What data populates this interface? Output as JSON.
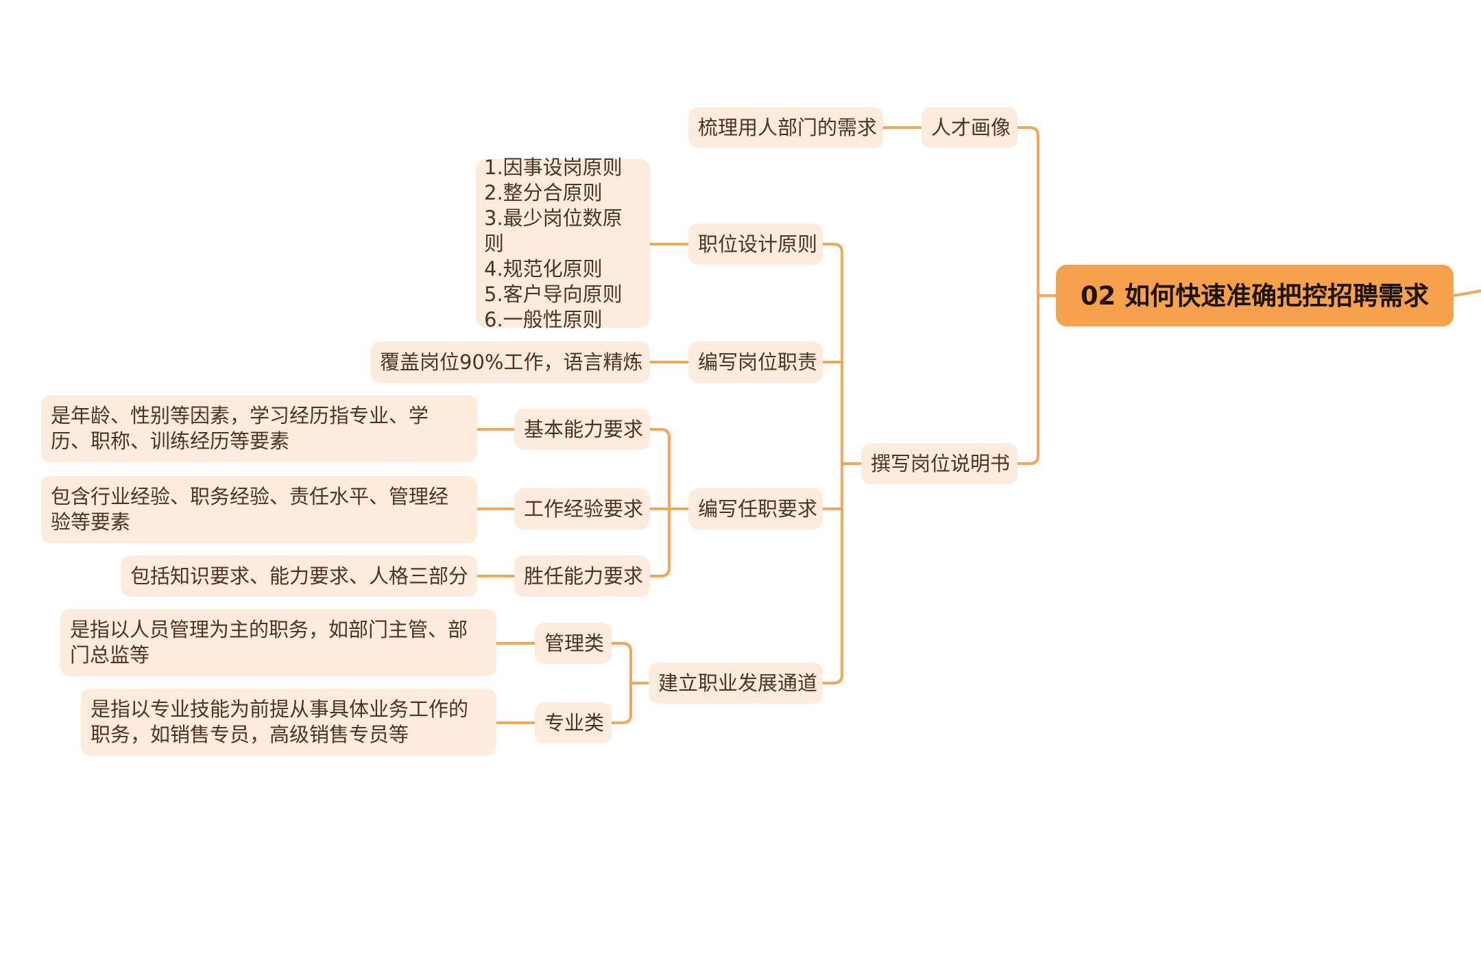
{
  "colors": {
    "edge": "#f2a65a",
    "node_bg": "#fdebdd",
    "root_bg": "#f6a14c",
    "text": "#4a3520"
  },
  "root": {
    "label": "02 如何快速准确把控招聘需求"
  },
  "branches": {
    "talent_profile": {
      "label": "人才画像",
      "child": "梳理用人部门的需求"
    },
    "job_description": {
      "label": "撰写岗位说明书",
      "design_principles": {
        "label": "职位设计原则",
        "list": [
          "1.因事设岗原则",
          "2.整分合原则",
          "3.最少岗位数原则",
          "4.规范化原则",
          "5.客户导向原则",
          "6.一般性原则"
        ]
      },
      "duties": {
        "label": "编写岗位职责",
        "child": "覆盖岗位90%工作，语言精炼"
      },
      "requirements": {
        "label": "编写任职要求",
        "basic": {
          "label": "基本能力要求",
          "child": "是年龄、性别等因素，学习经历指专业、学历、职称、训练经历等要素"
        },
        "experience": {
          "label": "工作经验要求",
          "child": "包含行业经验、职务经验、责任水平、管理经验等要素"
        },
        "competency": {
          "label": "胜任能力要求",
          "child": "包括知识要求、能力要求、人格三部分"
        }
      },
      "career": {
        "label": "建立职业发展通道",
        "management": {
          "label": "管理类",
          "child": "是指以人员管理为主的职务，如部门主管、部门总监等"
        },
        "professional": {
          "label": "专业类",
          "child": "是指以专业技能为前提从事具体业务工作的职务，如销售专员，高级销售专员等"
        }
      }
    }
  }
}
